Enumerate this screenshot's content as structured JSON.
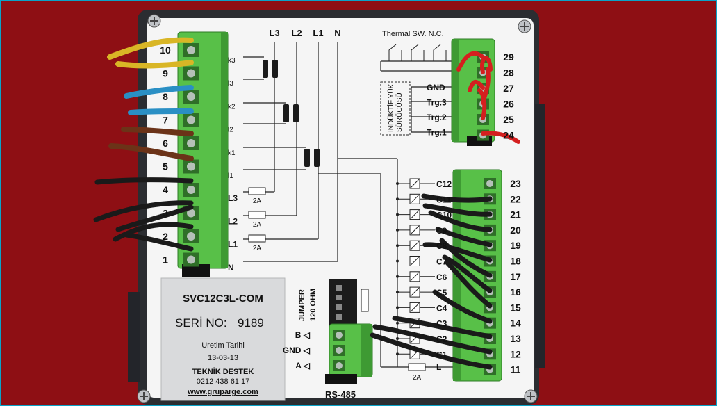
{
  "left_terminal": {
    "pins": [
      "10",
      "9",
      "8",
      "7",
      "6",
      "5",
      "4",
      "3",
      "2",
      "1"
    ],
    "labels": [
      "k3",
      "l3",
      "k2",
      "l2",
      "k1",
      "l1",
      "L3",
      "L2",
      "L1",
      "N"
    ]
  },
  "top_bus": [
    "L3",
    "L2",
    "L1",
    "N"
  ],
  "fuse_label": "2A",
  "thermal_label": "Thermal SW. N.C.",
  "right_top_terminal": {
    "pins": [
      "29",
      "28",
      "27",
      "26",
      "25",
      "24"
    ],
    "labels": [
      "GND",
      "Trg.3",
      "Trg.2",
      "Trg.1"
    ]
  },
  "driver_box_text": [
    "İNDÜKTİF YÜK",
    "SÜRÜCÜSÜ"
  ],
  "right_bottom_terminal": {
    "pins": [
      "23",
      "22",
      "21",
      "20",
      "19",
      "18",
      "17",
      "16",
      "15",
      "14",
      "13",
      "12",
      "11"
    ],
    "labels": [
      "C12",
      "C11",
      "C10",
      "C9",
      "C8",
      "C7",
      "C6",
      "C5",
      "C4",
      "C3",
      "C2",
      "C1",
      "L"
    ]
  },
  "jumper_label": "JUMPER",
  "jumper_ohm": "120 OHM",
  "rs485": {
    "title": "RS-485",
    "labels": [
      "B",
      "GND",
      "A"
    ]
  },
  "sticker": {
    "model": "SVC12C3L-COM",
    "serial_prefix": "SERİ NO:",
    "serial": "9189",
    "date_label": "Uretim Tarihi",
    "date": "13-03-13",
    "support": "TEKNİK DESTEK",
    "phone": "0212 438 61 17",
    "web": "www.gruparge.com"
  },
  "colors": {
    "board": "#f5f5f5",
    "terminal": "#58c048",
    "wire_yellow": "#d9b626",
    "wire_blue": "#2a8fc4",
    "wire_brown": "#6b3318",
    "wire_black": "#1a1a1a",
    "wire_red": "#d41f1f",
    "background": "#8e0f14"
  }
}
